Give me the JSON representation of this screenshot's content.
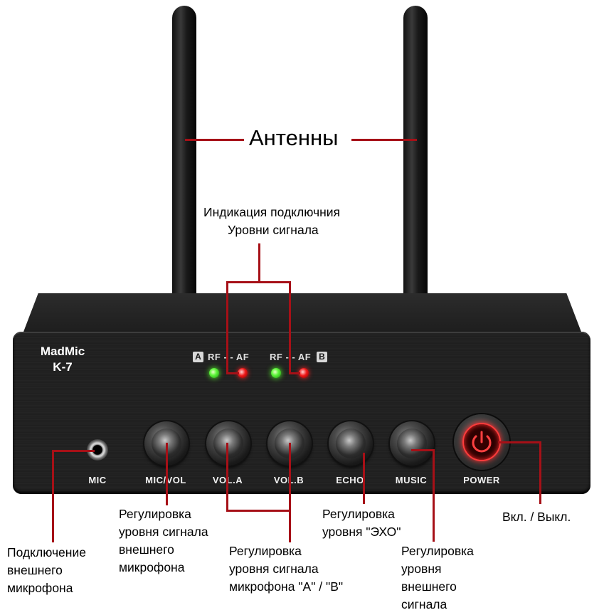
{
  "device": {
    "brand_line1": "MadMic",
    "brand_line2": "K-7",
    "channel_a_letter": "A",
    "channel_b_letter": "B",
    "rf_af_label": "RF - - AF",
    "front_labels": {
      "mic": "MIC",
      "mic_vol": "MIC/VOL",
      "vol_a": "VOL.A",
      "vol_b": "VOL.B",
      "echo": "ECHO",
      "music": "MUSIC",
      "power": "POWER"
    },
    "leds": [
      {
        "channel": "A",
        "type": "RF",
        "color": "#5df53a"
      },
      {
        "channel": "A",
        "type": "AF",
        "color": "#f01818"
      },
      {
        "channel": "B",
        "type": "RF",
        "color": "#5df53a"
      },
      {
        "channel": "B",
        "type": "AF",
        "color": "#f01818"
      }
    ],
    "power_ring_color": "#ff3b3b"
  },
  "callouts": {
    "antennas": "Антенны",
    "indication_line1": "Индикация подключния",
    "indication_line2": "Уровни сигнала",
    "mic_vol_line1": "Регулировка",
    "mic_vol_line2": "уровня сигнала",
    "mic_vol_line3": "внешнего",
    "mic_vol_line4": "микрофона",
    "mic_jack_line1": "Подключение",
    "mic_jack_line2": "внешнего",
    "mic_jack_line3": "микрофона",
    "vol_ab_line1": "Регулировка",
    "vol_ab_line2": "уровня сигнала",
    "vol_ab_line3": "микрофона \"A\" / \"B\"",
    "echo_line1": "Регулировка",
    "echo_line2": "уровня \"ЭХО\"",
    "music_line1": "Регулировка",
    "music_line2": "уровня",
    "music_line3": "внешнего",
    "music_line4": "сигнала",
    "power": "Вкл. / Выкл."
  },
  "colors": {
    "callout_line": "#a61017",
    "device_body": "#1e1e1e"
  }
}
